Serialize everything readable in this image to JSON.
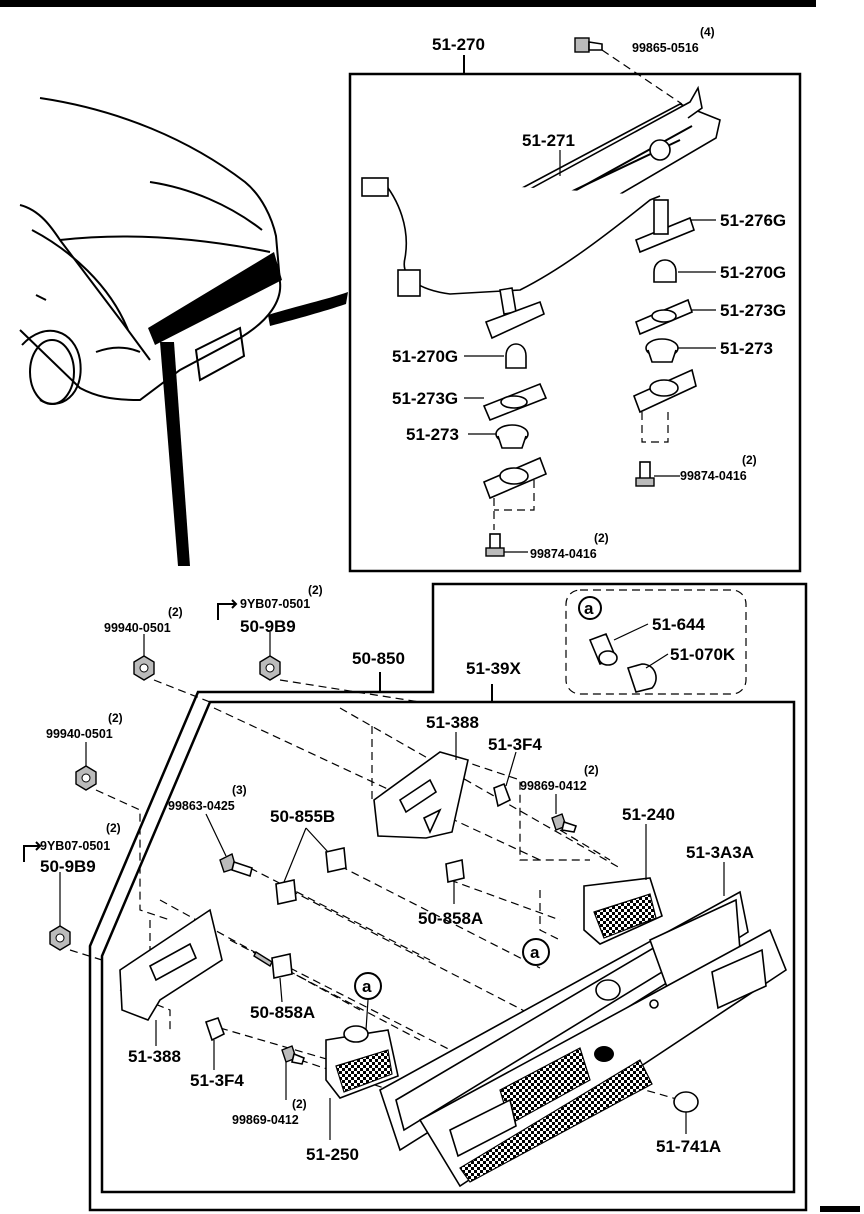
{
  "labels": {
    "top_assembly": "51-270",
    "screw_top": "99865-0516",
    "screw_top_qty": "(4)",
    "bracket": "51-271",
    "socket_276g": "51-276G",
    "bulb_right": "51-270G",
    "gasket_right": "51-273G",
    "socket_right": "51-273",
    "bulb_left": "51-270G",
    "gasket_left": "51-273G",
    "socket_left": "51-273",
    "screw_right": "99874-0416",
    "screw_right_qty": "(2)",
    "screw_bottom": "99874-0416",
    "screw_bottom_qty": "(2)",
    "nut_top_left": "99940-0501",
    "nut_top_left_qty": "(2)",
    "ref_9yb_top": "9YB07-0501",
    "ref_9yb_top_qty": "(2)",
    "ref_509b9_top": "50-9B9",
    "garnish": "50-850",
    "lamp_assembly": "51-39X",
    "bulb_detail_letter": "a",
    "bulb_socket": "51-644",
    "bulb_070k": "51-070K",
    "nut_mid_left": "99940-0501",
    "nut_mid_left_qty": "(2)",
    "bracket_388_top": "51-388",
    "clip_3f4_top": "51-3F4",
    "screw_0412_top": "99869-0412",
    "screw_0412_top_qty": "(2)",
    "screw_0425": "99863-0425",
    "screw_0425_qty": "(3)",
    "clip_855b": "50-855B",
    "lamp_240": "51-240",
    "garnish_3a3a": "51-3A3A",
    "ref_9yb_mid": "9YB07-0501",
    "ref_9yb_mid_qty": "(2)",
    "ref_509b9_mid": "50-9B9",
    "clip_858a_mid": "50-858A",
    "callout_a_mid": "a",
    "callout_a_left": "a",
    "clip_858a_left": "50-858A",
    "bracket_388_left": "51-388",
    "clip_3f4_left": "51-3F4",
    "screw_0412_left": "99869-0412",
    "screw_0412_left_qty": "(2)",
    "lamp_250": "51-250",
    "cap_741a": "51-741A"
  }
}
